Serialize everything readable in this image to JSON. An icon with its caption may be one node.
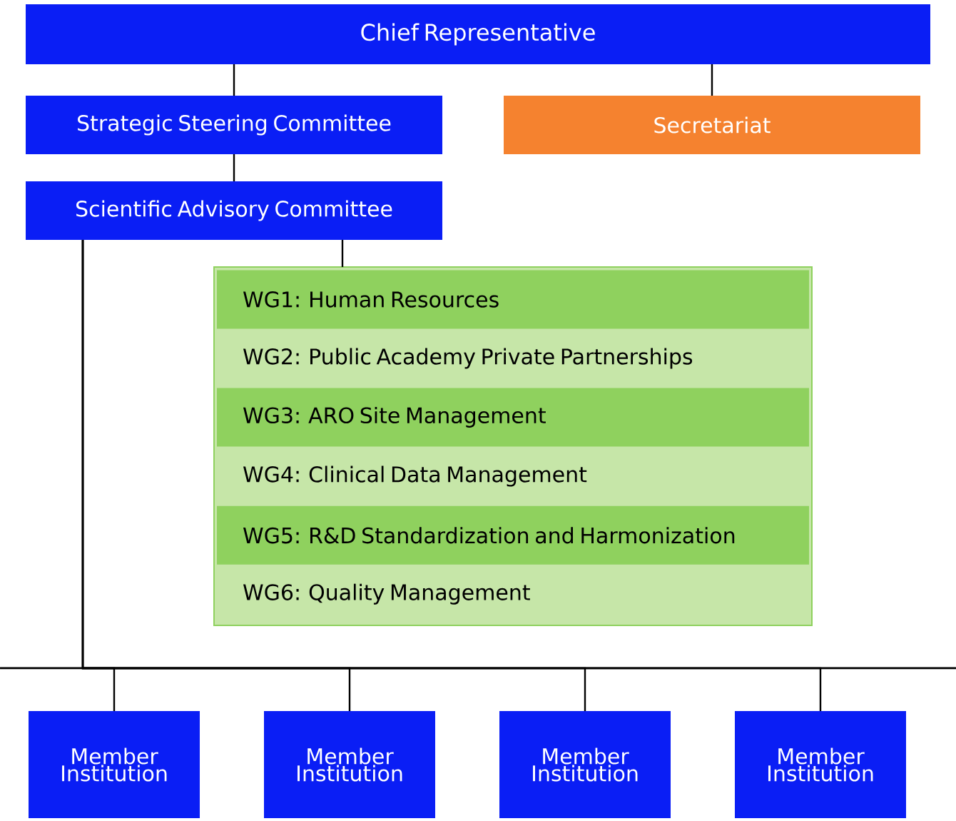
{
  "diagram": {
    "nodes": [
      {
        "text": [
          "Chief Representative"
        ]
      },
      {
        "text": [
          "Strategic Steering Committee"
        ]
      },
      {
        "text": [
          "Secretariat"
        ]
      },
      {
        "text": [
          "Scientific Advisory Committee"
        ]
      },
      {
        "text": [],
        "shape": "box"
      },
      {
        "text": [
          "WG1: Human Resources"
        ],
        "in": 4
      },
      {
        "text": [
          "WG2: Public Academy Private Partnerships"
        ],
        "in": 4
      },
      {
        "text": [
          "WG3: ARO Site Management"
        ],
        "in": 4
      },
      {
        "text": [
          "WG4: Clinical Data Management"
        ],
        "in": 4
      },
      {
        "text": [
          "WG5: R&D Standardization and Harmonization"
        ],
        "in": 4
      },
      {
        "text": [
          "WG6: Quality Management"
        ],
        "in": 4
      },
      {
        "text": [
          "Member Institution"
        ]
      },
      {
        "text": [
          "Member Institution"
        ]
      },
      {
        "text": [
          "Member Institution"
        ]
      },
      {
        "text": [
          "Member Institution"
        ]
      }
    ],
    "edges": [
      {
        "from": 0,
        "to": 1,
        "arrow": "none"
      },
      {
        "from": 0,
        "to": 2,
        "arrow": "none"
      },
      {
        "from": 1,
        "to": 3,
        "arrow": "none"
      },
      {
        "from": 3,
        "to": 4,
        "arrow": "none"
      },
      {
        "from": 3,
        "to": 11,
        "arrow": "none"
      },
      {
        "from": 3,
        "to": 12,
        "arrow": "none"
      },
      {
        "from": 3,
        "to": 13,
        "arrow": "none"
      },
      {
        "from": 3,
        "to": 14,
        "arrow": "none"
      }
    ]
  }
}
